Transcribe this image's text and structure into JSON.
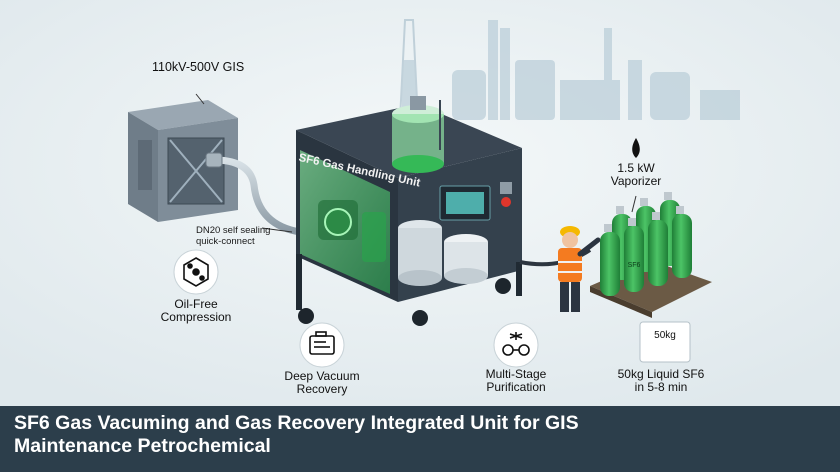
{
  "labels": {
    "gis_voltage": "110kV-500V GIS",
    "unit_panel": "SF6 Gas Handling Unit",
    "quick_connect_line1": "DN20 self sealing",
    "quick_connect_line2": "quick-connect",
    "vaporizer_power": "1.5 kW",
    "vaporizer": "Vaporizer",
    "oil_free_line1": "Oil-Free",
    "oil_free_line2": "Compression",
    "deep_vacuum_line1": "Deep Vacuum",
    "deep_vacuum_line2": "Recovery",
    "multi_stage_line1": "Multi-Stage",
    "multi_stage_line2": "Purification",
    "tank_badge": "50kg",
    "liquid_line1": "50kg Liquid SF6",
    "liquid_line2": "in 5-8 min",
    "cylinder_text": "SF6"
  },
  "footer": {
    "title_line1": "SF6 Gas Vacuming and Gas Recovery Integrated Unit for GIS",
    "title_line2": "Maintenance Petrochemical"
  },
  "colors": {
    "background": "#e6eef1",
    "footer": "#2c3e4b",
    "machine_body": "#2e3a46",
    "green": "#3fbf5a",
    "cylinder": "#2fa34a",
    "vest": "#f47b20"
  }
}
